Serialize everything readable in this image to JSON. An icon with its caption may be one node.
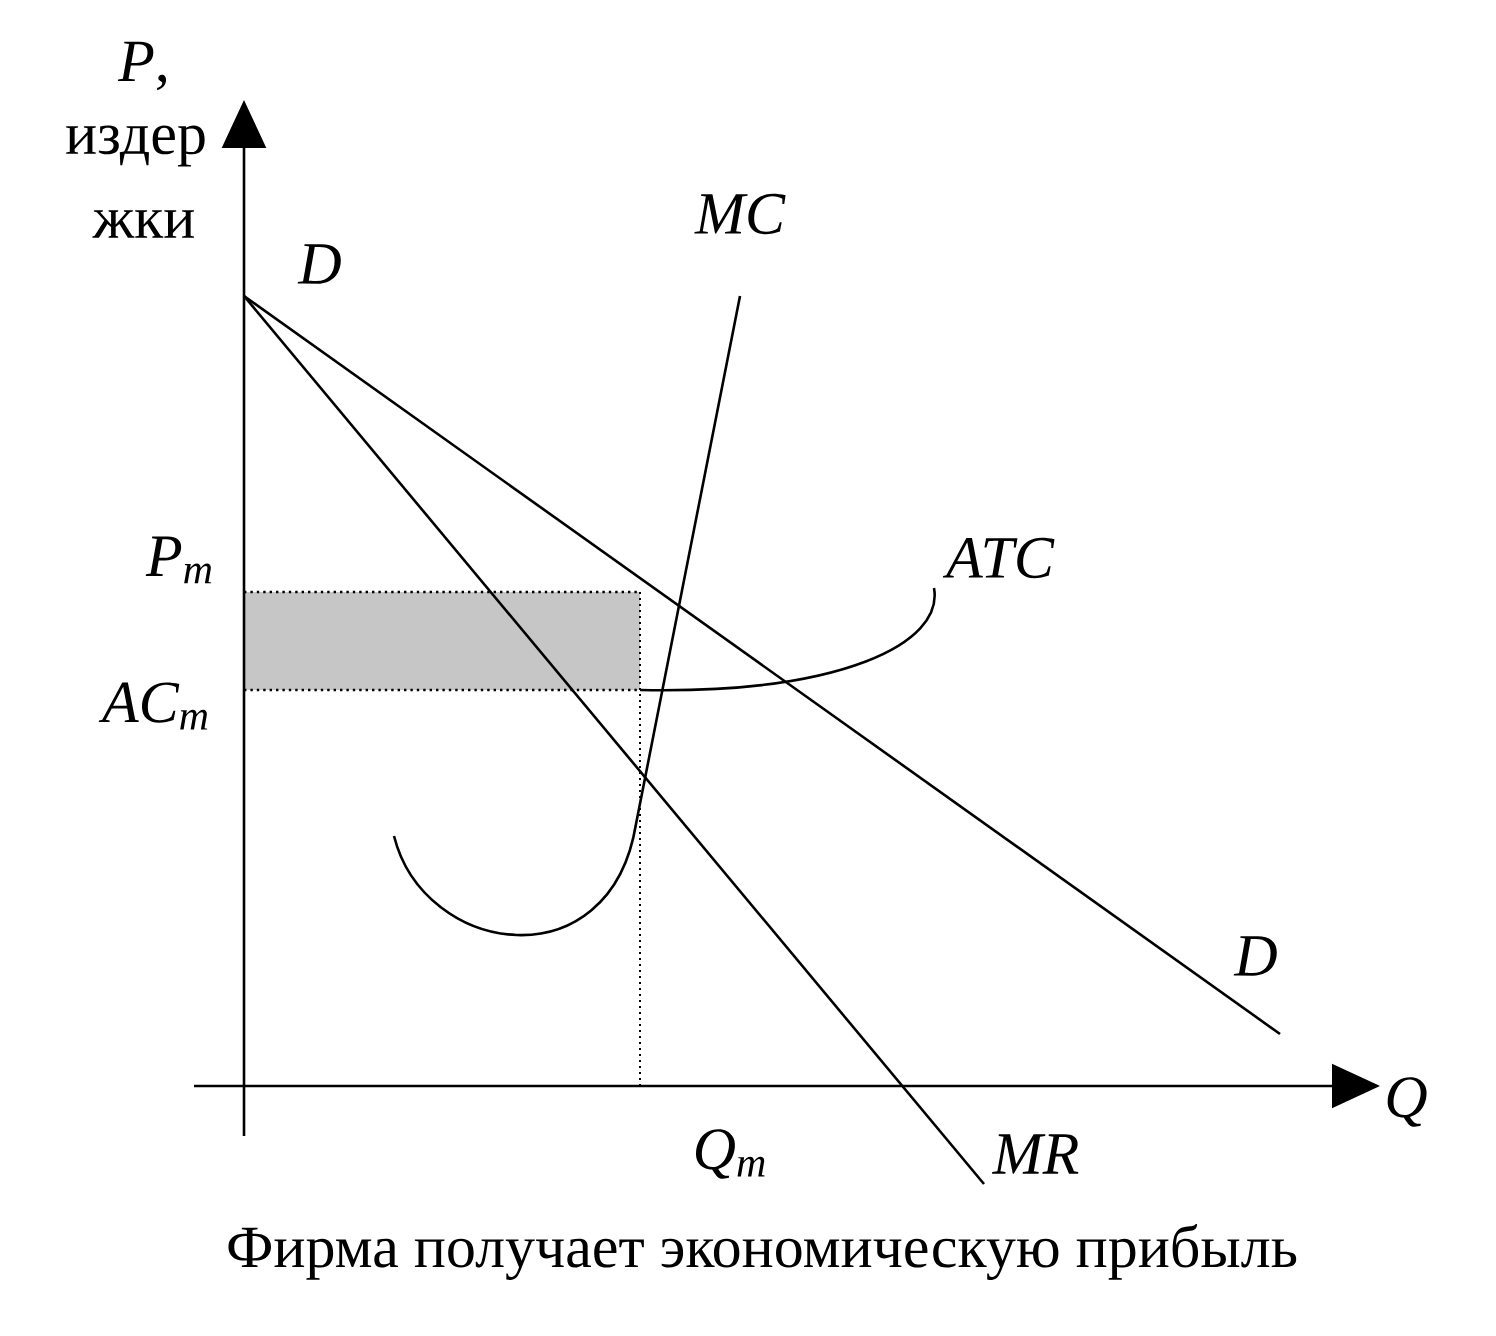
{
  "diagram": {
    "caption": "Фирма получает экономическую прибыль",
    "labels": [
      "*P*,",
      "издер",
      "жки",
      "D",
      "MC",
      "P$_{m}$",
      "ATC",
      "AC$_{m}$",
      "D",
      "Q",
      "Q$_{m}$",
      "MR"
    ]
  }
}
